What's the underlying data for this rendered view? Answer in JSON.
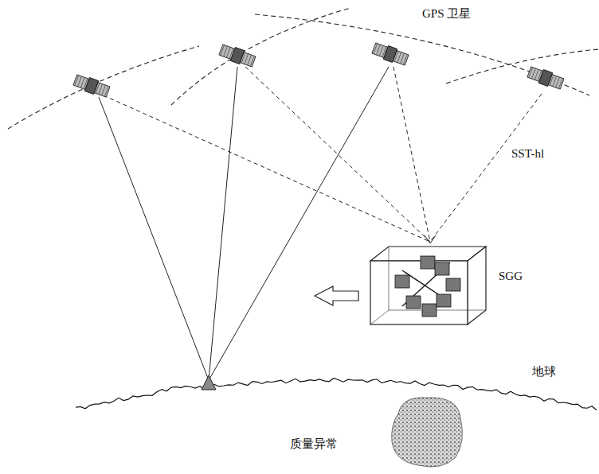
{
  "diagram": {
    "labels": [
      "GPS 卫星",
      "SST-hl",
      "SGG",
      "地球",
      "质量异常"
    ]
  }
}
